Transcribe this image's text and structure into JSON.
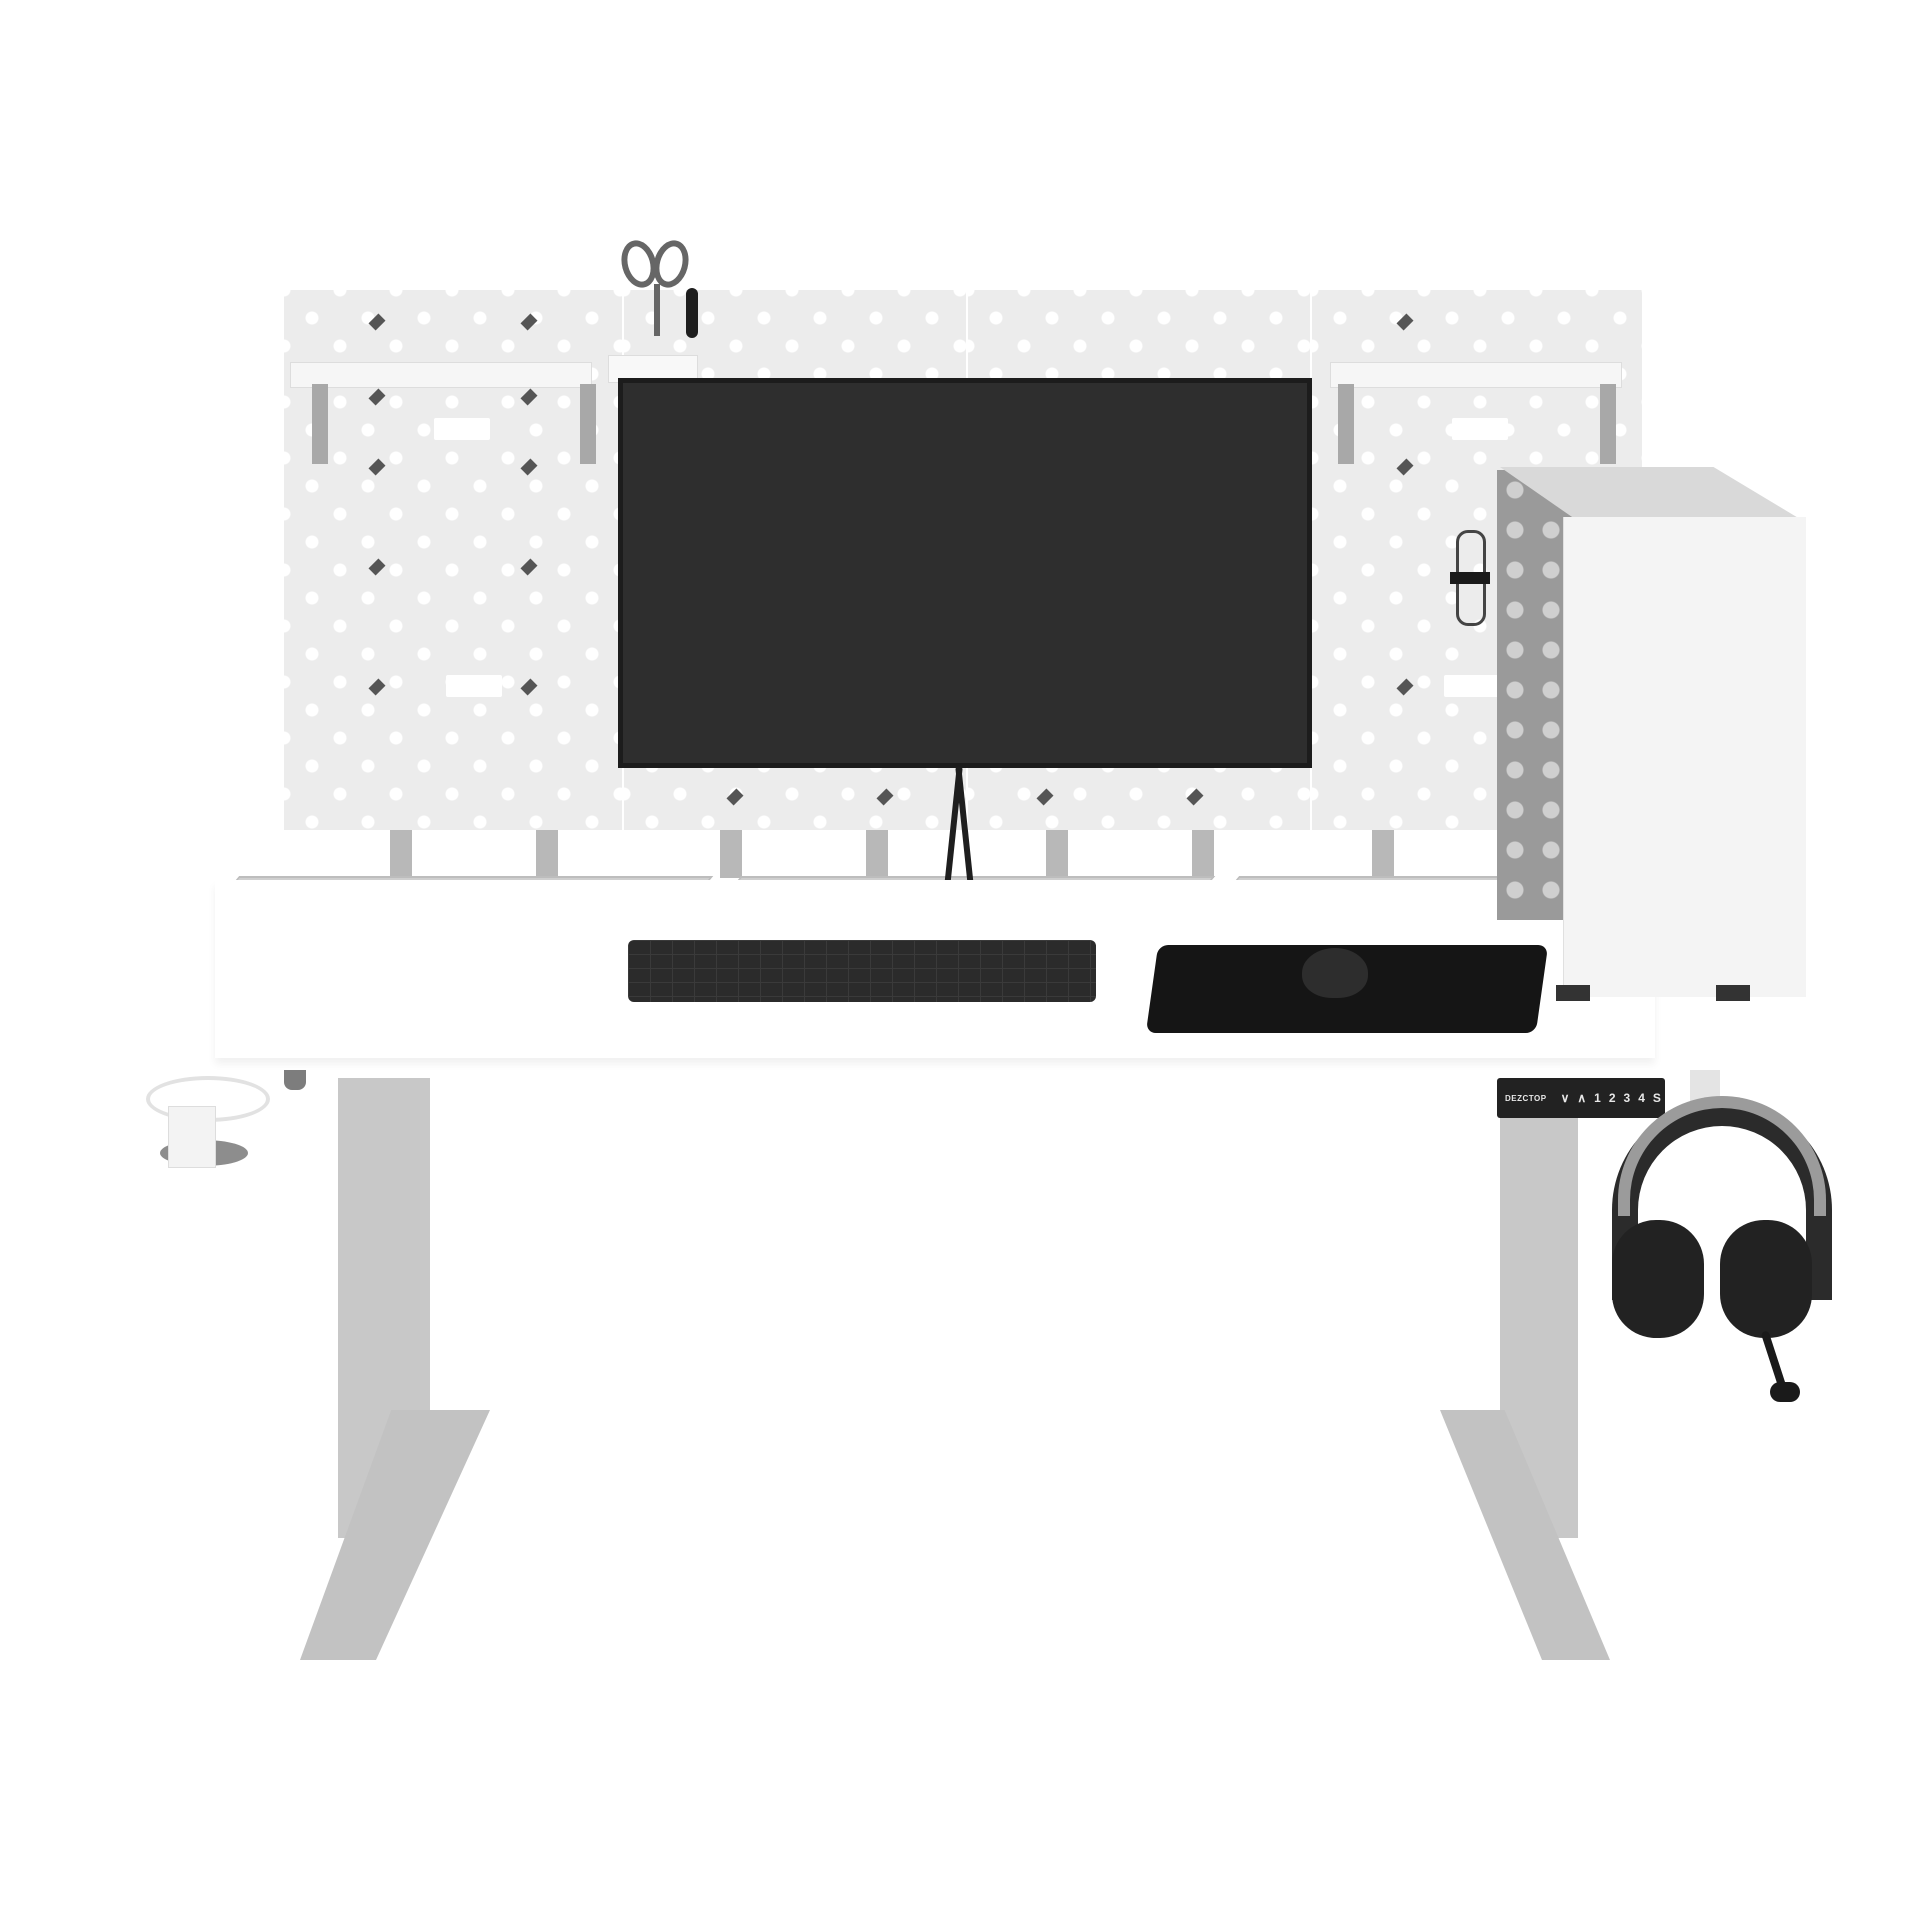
{
  "scene": {
    "subject": "Electric standing desk setup with pegboard panels",
    "background_color": "#ffffff",
    "desk_surface_color": "#ffffff",
    "frame_color": "#c8c8c8"
  },
  "control_panel": {
    "brand": "DEZCTOP",
    "buttons": [
      "∨",
      "∧",
      "1",
      "2",
      "3",
      "4",
      "S"
    ]
  },
  "objects": {
    "monitor": "monitor",
    "keyboard": "keyboard",
    "mouse": "mouse",
    "mousepad": "mousepad",
    "pc_case": "pc-case",
    "headphones": "headphones",
    "scissors": "scissors",
    "pen": "pen",
    "cable_organizer": "cable-organizer",
    "cup_holder": "cup-holder",
    "pegboards": 4
  },
  "colors": {
    "monitor": "#2e2e2e",
    "peripherals": "#222222",
    "pegboard": "#ececec",
    "frame": "#c8c8c8"
  }
}
